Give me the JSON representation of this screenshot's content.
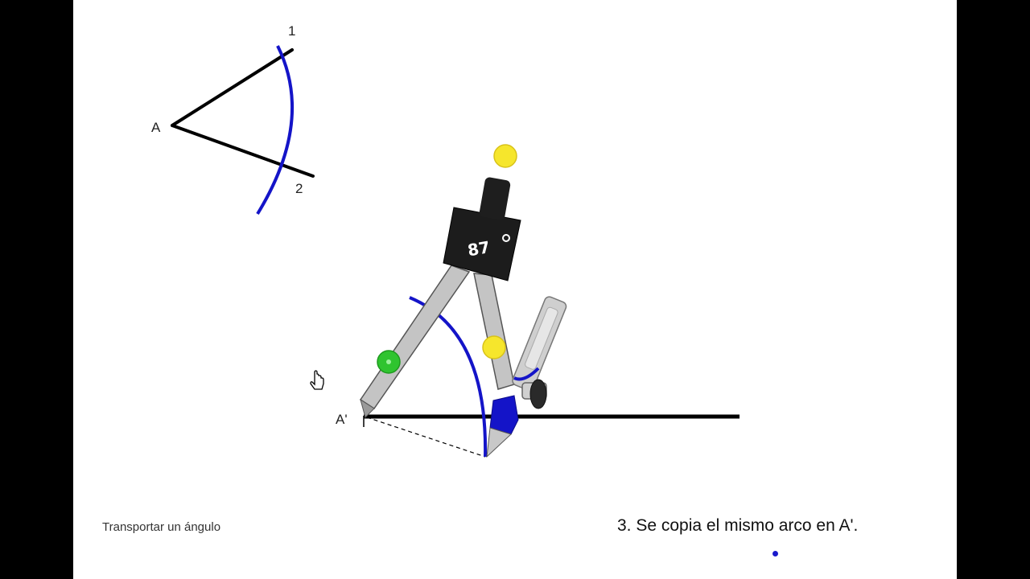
{
  "figure": {
    "labels": {
      "vertex_a": "A",
      "point_1": "1",
      "point_2": "2",
      "vertex_a_prime": "A'"
    },
    "compass_readout": "87",
    "colors": {
      "construction_arc": "#1414c8",
      "lines": "#000000",
      "handle_yellow": "#f6e62c",
      "handle_green": "#2fc42f",
      "compass_body": "#1a1a1a",
      "compass_leg": "#b8b8b8"
    }
  },
  "caption": {
    "title": "Transportar un ángulo",
    "step": "3. Se copia el mismo arco en A'."
  },
  "icons": {
    "cursor": "hand-pointer-icon"
  }
}
